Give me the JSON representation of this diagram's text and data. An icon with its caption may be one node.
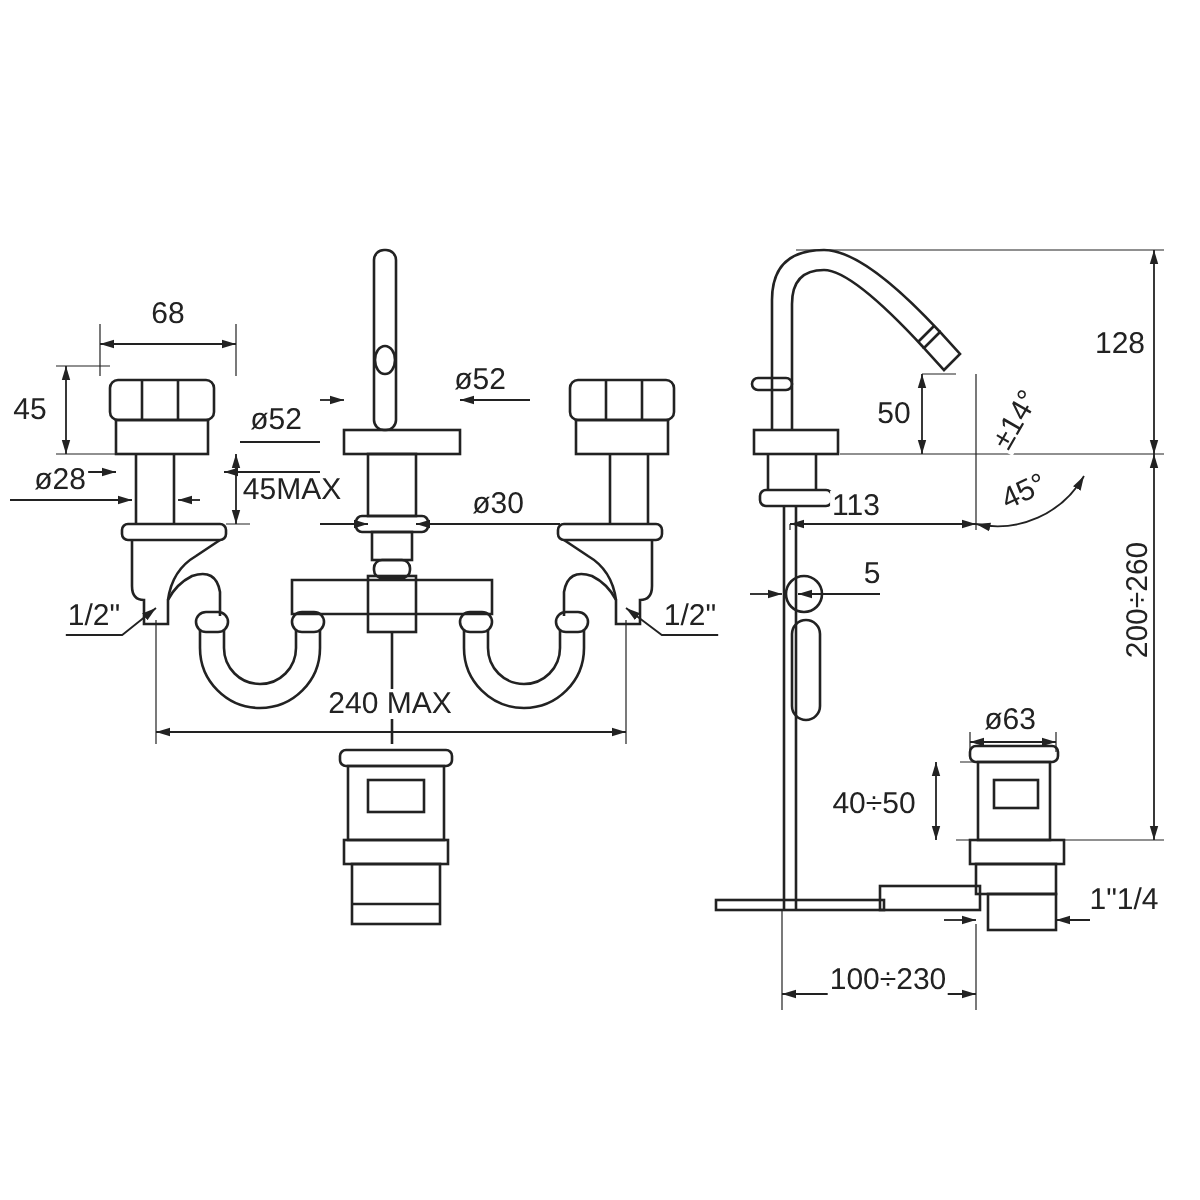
{
  "diagram": {
    "nodes": [
      {
        "text": [
          "1/2\""
        ]
      },
      {
        "text": [
          "1/2\""
        ]
      }
    ],
    "edges": [
      {
        "from": 0,
        "to": null,
        "arrow": "to"
      },
      {
        "from": 1,
        "to": null,
        "arrow": "to"
      }
    ],
    "labels": [
      "68",
      "ø52",
      "128",
      "45",
      "ø52",
      "50",
      "±14°",
      "ø28",
      "45MAX",
      "ø30",
      "113",
      "45°",
      "5",
      "240 MAX",
      "200÷260",
      "ø63",
      "40÷50",
      "1\"1/4",
      "100÷230"
    ]
  }
}
